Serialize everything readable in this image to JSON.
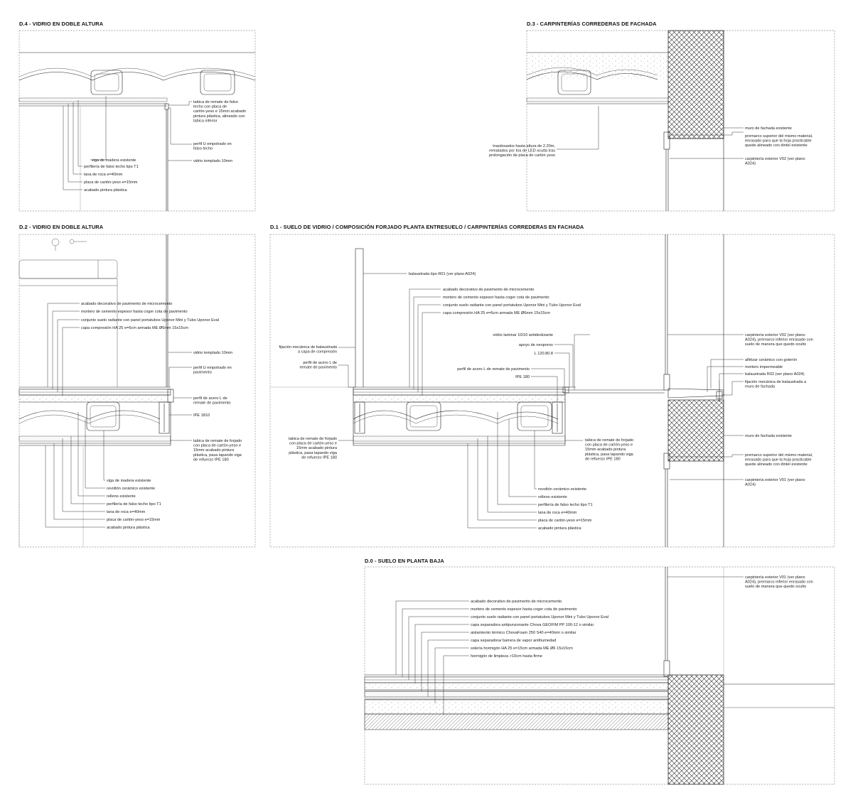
{
  "details": {
    "d4": {
      "title": "D.4 - VIDRIO EN DOBLE ALTURA",
      "labels": [
        [
          "tabica de remate de falso",
          "techo con placa de",
          "cartón-yeso e 15mm acabado",
          "pintura plástica, alineado con",
          "tabica inferior"
        ],
        [
          "perfil U empotrado en",
          "falso techo"
        ],
        [
          "vidrio templado 10mm"
        ],
        [
          "viga de madera existente"
        ],
        [
          "perfilería de falso techo tipo T1"
        ],
        [
          "lana de roca e=40mm"
        ],
        [
          "placa de cartón-yeso e=15mm"
        ],
        [
          "acabado pintura plástica"
        ]
      ]
    },
    "d3": {
      "title": "D.3 - CARPINTERÍAS CORREDERAS DE FACHADA",
      "labels": [
        [
          "muro de fachada existente"
        ],
        [
          "premarco superior del mismo material,",
          "enrasado para que la hoja practicable",
          "quede alineado con dintel existente"
        ],
        [
          "carpintería exterior V02 (ver plano",
          "A024)"
        ],
        [
          "trasdosados hasta altura de 2.20m,",
          "rematados por tira de LED oculta tras",
          "prolongación de placa de cartón yeso"
        ]
      ]
    },
    "d2": {
      "title": "D.2 - VIDRIO EN DOBLE ALTURA",
      "labels": [
        [
          "acabado decorativo de pavimento de microcemento"
        ],
        [
          "mortero de cemento espesor hasta coger cota de pavimento"
        ],
        [
          "conjunto suelo radiante con panel portatubos  Uponor Mini y Tubo Uponor Eval"
        ],
        [
          "capa compresión HA 25 e=6cm armada ME Ø6mm 15x15cm"
        ],
        [
          "vidrio templado 10mm"
        ],
        [
          "perfil U empotrado en",
          "pavimento"
        ],
        [
          "perfil de acero L de",
          "remate de pavimento"
        ],
        [
          "IPE 1810"
        ],
        [
          "tabica de remate de forjado",
          "con placa de cartón-yeso e",
          "15mm acabado pintura",
          "plástica, pasa tapando viga",
          "de refuerzo IPE 180"
        ],
        [
          "viga de madera existente"
        ],
        [
          "revoltón cerámico existente"
        ],
        [
          "relleno existente"
        ],
        [
          "perfilería de falso techo tipo T1"
        ],
        [
          "lana de roca e=40mm"
        ],
        [
          "placa de cartón-yeso e=15mm"
        ],
        [
          "acabado pintura plástica"
        ]
      ]
    },
    "d1": {
      "title": "D.1 - SUELO DE VIDRIO / COMPOSICIÓN FORJADO PLANTA ENTRESUELO / CARPINTERÍAS CORREDERAS EN FACHADA",
      "labels": [
        [
          "balaustrada tipo R01 (ver plano A024)"
        ],
        [
          "acabado decorativo de pavimento de microcemento"
        ],
        [
          "mortero de cemento espesor hasta coger cota de pavimento"
        ],
        [
          "conjunto suelo radiante con panel portatubos  Uponor Mini y Tubo Uponor Eval"
        ],
        [
          "capa compresión HA 25 e=6cm armada ME Ø6mm 15x15cm"
        ],
        [
          "vidrio laminar 10/10 antideslizante"
        ],
        [
          "apoyo de neopreno"
        ],
        [
          "L 120.80.8"
        ],
        [
          "perfil de acero L de remate de pavimento"
        ],
        [
          "IPE 180"
        ],
        [
          "fijación mecánica de balaustrada",
          "a capa de compresión"
        ],
        [
          "perfil de acero L de",
          "remate de pavimento"
        ],
        [
          "tabica de remate de forjado",
          "con placa de cartón-yeso e",
          "15mm acabado pintura",
          "plástica, pasa tapando viga",
          "de refuerzo IPE 180"
        ],
        [
          "tabica de remate de forjado",
          "con placa de cartón-yeso e",
          "15mm acabado pintura",
          "plástica, pasa tapando viga",
          "de refuerzo IPE 180"
        ],
        [
          "revoltón cerámico existente"
        ],
        [
          "relleno existente"
        ],
        [
          "perfilería de falso techo tipo T1"
        ],
        [
          "lana de roca e=40mm"
        ],
        [
          "placa de cartón-yeso e=15mm"
        ],
        [
          "acabado pintura plástica"
        ],
        [
          "carpintería exterior V02 (ver plano",
          "A024), premarco inferior enrasado con",
          "suelo de manera que quedo oculto"
        ],
        [
          "alféizar cerámico con goterón"
        ],
        [
          "mortero impermeable"
        ],
        [
          "balaustrada R02 (ver plano A024)"
        ],
        [
          "fijación mecánica de balaustrada a",
          "muro de fachada"
        ],
        [
          "muro de fachada existente"
        ],
        [
          "premarco superior del mismo material,",
          "enrasado para que la hoja practicable",
          "quede alineado con dintel existente"
        ],
        [
          "carpintería exterior V01 (ver plano",
          "A024)"
        ]
      ]
    },
    "d0": {
      "title": "D.0 - SUELO EN PLANTA BAJA",
      "labels": [
        [
          "carpintería exterior V01 (ver plano",
          "A024), premarco inferior enrasado con",
          "suelo de manera que quedo oculto"
        ],
        [
          "acabado decorativo de pavimento de microcemento"
        ],
        [
          "mortero de cemento espesor hasta coger cota de pavimento"
        ],
        [
          "conjunto suelo radiante con panel portatubos  Uponor Mini y Tubo Uponor Eval"
        ],
        [
          "capa separadora antipunzonante Chova GEOFIM PP 100-12 o similar"
        ],
        [
          "aislamiento térmico ChovaFoam 250 S40 e=40mm o similar"
        ],
        [
          "capa separadora/ barrera de vapor antihumedad"
        ],
        [
          "solería hormigón HA 25 e=15cm armada ME Ø6 15x15cm"
        ],
        [
          "hormigón de limpieza >10cm hasta firme"
        ]
      ]
    }
  }
}
